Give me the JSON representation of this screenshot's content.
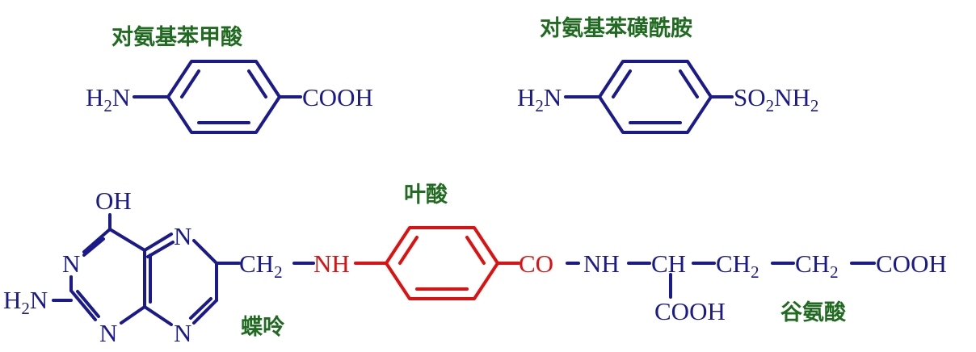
{
  "labels": {
    "paba": "对氨基苯甲酸",
    "sulfanilamide": "对氨基苯磺酰胺",
    "folic_acid": "叶酸",
    "pteridine": "蝶呤",
    "glutamic_acid": "谷氨酸"
  },
  "paba": {
    "amine": "H",
    "amine_sub": "2",
    "amine_n": "N",
    "acid": "COOH"
  },
  "sulfanilamide": {
    "amine": "H",
    "amine_sub": "2",
    "amine_n": "N",
    "group_s": "SO",
    "group_sub1": "2",
    "group_nh": "NH",
    "group_sub2": "2"
  },
  "folic": {
    "oh": "OH",
    "ring_n1": "N",
    "ring_n2": "N",
    "ring_n3": "N",
    "ring_n4": "N",
    "h2n_h": "H",
    "h2n_sub": "2",
    "h2n_n": "N",
    "ch2": "CH",
    "ch2_sub": "2",
    "nh": "NH",
    "co": "CO",
    "nh2": "NH",
    "ch": "CH",
    "ch2_b": "CH",
    "ch2_b_sub": "2",
    "ch2_c": "CH",
    "ch2_c_sub": "2",
    "cooh_end": "COOH",
    "cooh_side": "COOH"
  },
  "colors": {
    "structure": "#1a1a8c",
    "highlight": "#e01010",
    "label": "#1f6b1f"
  }
}
